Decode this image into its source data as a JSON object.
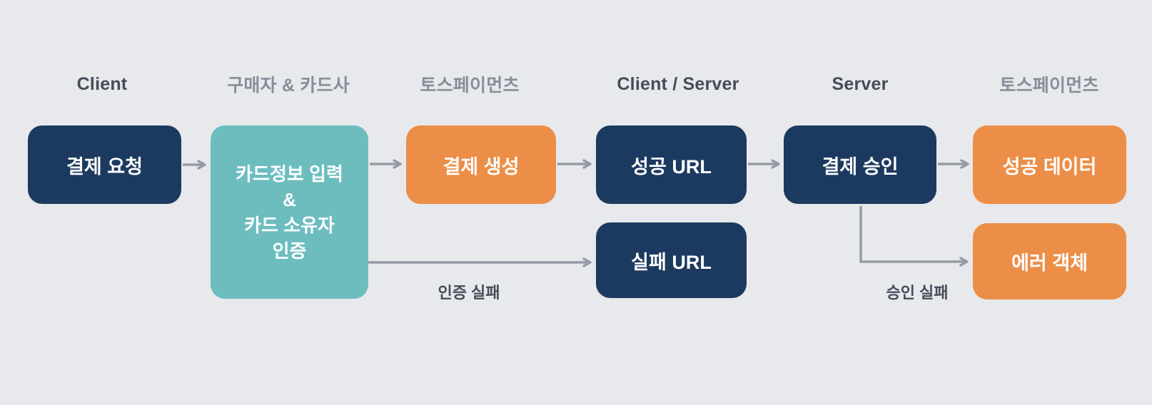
{
  "diagram": {
    "title_semantic": "payment-flow-diagram",
    "background_color": "#e7e9ec",
    "colors": {
      "navy_box": "#1c3a5f",
      "orange_box": "#ec8e47",
      "teal_box": "#6dbdbf",
      "arrow": "#959aa4",
      "header_text": "#454c59",
      "header_muted_text": "#878e9a",
      "box_text": "#ffffff",
      "edge_label_text": "#454c59"
    },
    "headers": [
      {
        "label": "Client",
        "muted": false
      },
      {
        "label": "구매자 & 카드사",
        "muted": true
      },
      {
        "label": "토스페이먼츠",
        "muted": true
      },
      {
        "label": "Client / Server",
        "muted": false
      },
      {
        "label": "Server",
        "muted": false
      },
      {
        "label": "토스페이먼츠",
        "muted": true
      }
    ],
    "nodes": [
      {
        "id": "payment-request",
        "label": "결제 요청",
        "color": "navy"
      },
      {
        "id": "card-input-auth",
        "lines": [
          "카드정보 입력",
          "&",
          "카드 소유자",
          "인증"
        ],
        "color": "teal"
      },
      {
        "id": "payment-create",
        "label": "결제 생성",
        "color": "orange"
      },
      {
        "id": "success-url",
        "label": "성공 URL",
        "color": "navy"
      },
      {
        "id": "payment-approve",
        "label": "결제 승인",
        "color": "navy"
      },
      {
        "id": "success-data",
        "label": "성공 데이터",
        "color": "orange"
      },
      {
        "id": "fail-url",
        "label": "실패 URL",
        "color": "navy"
      },
      {
        "id": "error-object",
        "label": "에러 객체",
        "color": "orange"
      }
    ],
    "edge_labels": {
      "auth_fail": "인증 실패",
      "approval_fail": "승인 실패"
    }
  }
}
